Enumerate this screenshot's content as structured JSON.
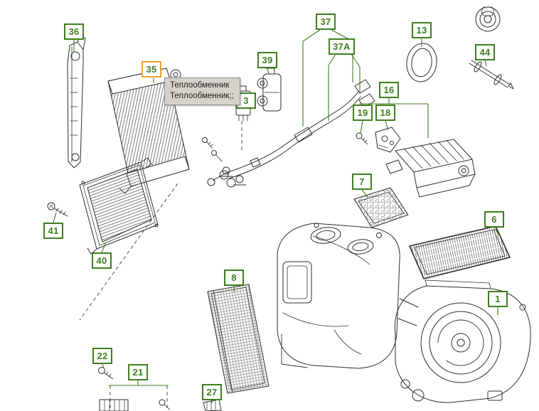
{
  "colors": {
    "background": "#ffffff",
    "label_green": "#3e7e1f",
    "highlight_orange": "#f0a32a",
    "tooltip_bg": "#d6d2ca",
    "tooltip_border": "#8f8f8f",
    "line_color": "#2e2e2e"
  },
  "tooltip": {
    "line1": "Теплообменник",
    "line2": "Теплообменник;;"
  },
  "labels": {
    "l36": "36",
    "l35": "35",
    "l3": "3",
    "l39": "39",
    "l37": "37",
    "l37a": "37A",
    "l13": "13",
    "l44": "44",
    "l16": "16",
    "l19": "19",
    "l18": "18",
    "l7": "7",
    "l6": "6",
    "l1": "1",
    "l41": "41",
    "l40": "40",
    "l8": "8",
    "l22": "22",
    "l21": "21",
    "l27": "27"
  }
}
